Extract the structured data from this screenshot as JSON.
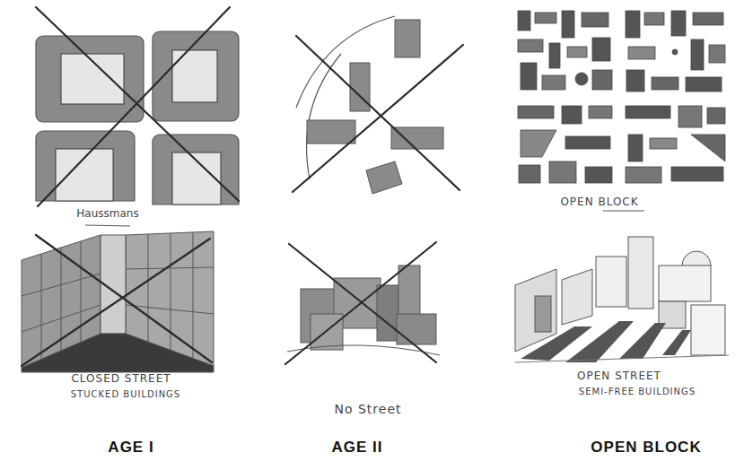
{
  "diagram": {
    "labels": [
      "Haussmans",
      "OPEN BLOCK",
      "CLOSED STREET",
      "STUCKED BUILDINGS",
      "No Street",
      "OPEN STREET",
      "SEMI-FREE BUILDINGS",
      "AGE I",
      "AGE II",
      "OPEN BLOCK"
    ]
  }
}
